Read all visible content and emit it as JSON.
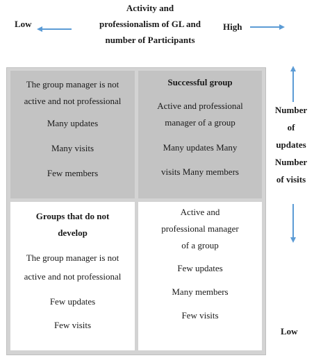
{
  "header": {
    "title_lines": [
      "Activity and",
      "professionalism of GL and",
      "number of Participants"
    ],
    "low_label": "Low",
    "high_label": "High"
  },
  "matrix": {
    "top_left": {
      "lines": [
        "The group manager is not",
        "active and not professional",
        "Many updates",
        "Many visits",
        "Few members"
      ]
    },
    "top_right": {
      "title": "Successful group",
      "lines": [
        "Active and professional",
        "manager of a group",
        "Many updates Many",
        "visits Many members"
      ]
    },
    "bottom_left": {
      "title_lines": [
        "Groups that do not",
        "develop"
      ],
      "lines": [
        "The group manager is not",
        "active and not professional",
        "Few updates",
        "Few visits"
      ]
    },
    "bottom_right": {
      "lines": [
        "Active and",
        "professional manager",
        "of a group",
        "Few updates",
        "Many members",
        "Few visits"
      ]
    }
  },
  "right_axis": {
    "label_lines": [
      "Number",
      "of",
      "updates",
      "Number",
      "of visits"
    ],
    "low_label": "Low"
  },
  "colors": {
    "arrow": "#5b9bd5",
    "cell_top": "#c3c3c3",
    "cell_bottom": "#ffffff",
    "frame": "#d3d3d3"
  }
}
